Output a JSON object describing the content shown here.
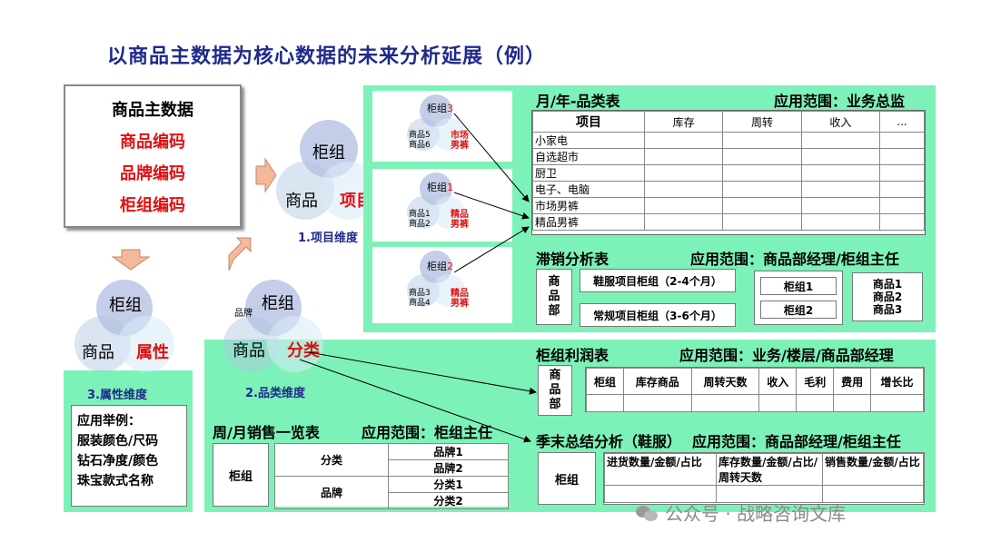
{
  "title": "以商品主数据为核心数据的未来分析延展（例）",
  "master": {
    "heading": "商品主数据",
    "codes": [
      "商品编码",
      "品牌编码",
      "柜组编码"
    ]
  },
  "venn_center": {
    "counter": "柜组",
    "product": "商品",
    "item": "项目",
    "caption": "1.项目维度"
  },
  "venn_left": {
    "counter": "柜组",
    "product": "商品",
    "attr": "属性",
    "caption": "3.属性维度"
  },
  "venn_mid": {
    "counter": "柜组",
    "brand": "品牌",
    "product": "商品",
    "category": "分类",
    "caption": "2.品类维度"
  },
  "attr_examples": {
    "heading": "应用举例：",
    "lines": [
      "服装颜色/尺码",
      "钻石净度/颜色",
      "珠宝款式名称"
    ]
  },
  "mini_venns": [
    {
      "counter": "柜组",
      "counter_num": "3",
      "products": [
        "商品5",
        "商品6"
      ],
      "label": [
        "市场",
        "男裤"
      ]
    },
    {
      "counter": "柜组",
      "counter_num": "1",
      "products": [
        "商品1",
        "商品2"
      ],
      "label": [
        "精品",
        "男裤"
      ]
    },
    {
      "counter": "柜组",
      "counter_num": "2",
      "products": [
        "商品3",
        "商品4"
      ],
      "label": [
        "精品",
        "男裤"
      ]
    }
  ],
  "monthly": {
    "title": "月/年-品类表",
    "scope": "应用范围：业务总监",
    "headers": [
      "项目",
      "库存",
      "周转",
      "收入",
      "..."
    ],
    "rows": [
      "小家电",
      "自选超市",
      "厨卫",
      "电子、电脑",
      "市场男裤",
      "精品男裤"
    ]
  },
  "slow": {
    "title": "滞销分析表",
    "scope": "应用范围：商品部经理/柜组主任",
    "dept": "商品部",
    "options": [
      "鞋服项目柜组（2-4个月）",
      "常规项目柜组（3-6个月）"
    ],
    "counters": [
      "柜组1",
      "柜组2"
    ],
    "products": [
      "商品1",
      "商品2",
      "商品3"
    ]
  },
  "profit": {
    "title": "柜组利润表",
    "scope": "应用范围：业务/楼层/商品部经理",
    "dept": "商品部",
    "headers": [
      "柜组",
      "库存商品",
      "周转天数",
      "收入",
      "毛利",
      "费用",
      "增长比"
    ]
  },
  "weekly": {
    "title": "周/月销售一览表",
    "scope": "应用范围：柜组主任",
    "counter": "柜组",
    "rows": [
      {
        "label": "分类",
        "subs": [
          "品牌1",
          "品牌2"
        ]
      },
      {
        "label": "品牌",
        "subs": [
          "分类1",
          "分类2"
        ]
      }
    ]
  },
  "season": {
    "title": "季末总结分析（鞋服）",
    "scope": "应用范围：商品部经理/柜组主任",
    "counter": "柜组",
    "headers": [
      "进货数量/金额/占比",
      "库存数量/金额/占比/周转天数",
      "销售数量/金额/占比"
    ]
  },
  "watermark": "公众号 · 战略咨询文库"
}
